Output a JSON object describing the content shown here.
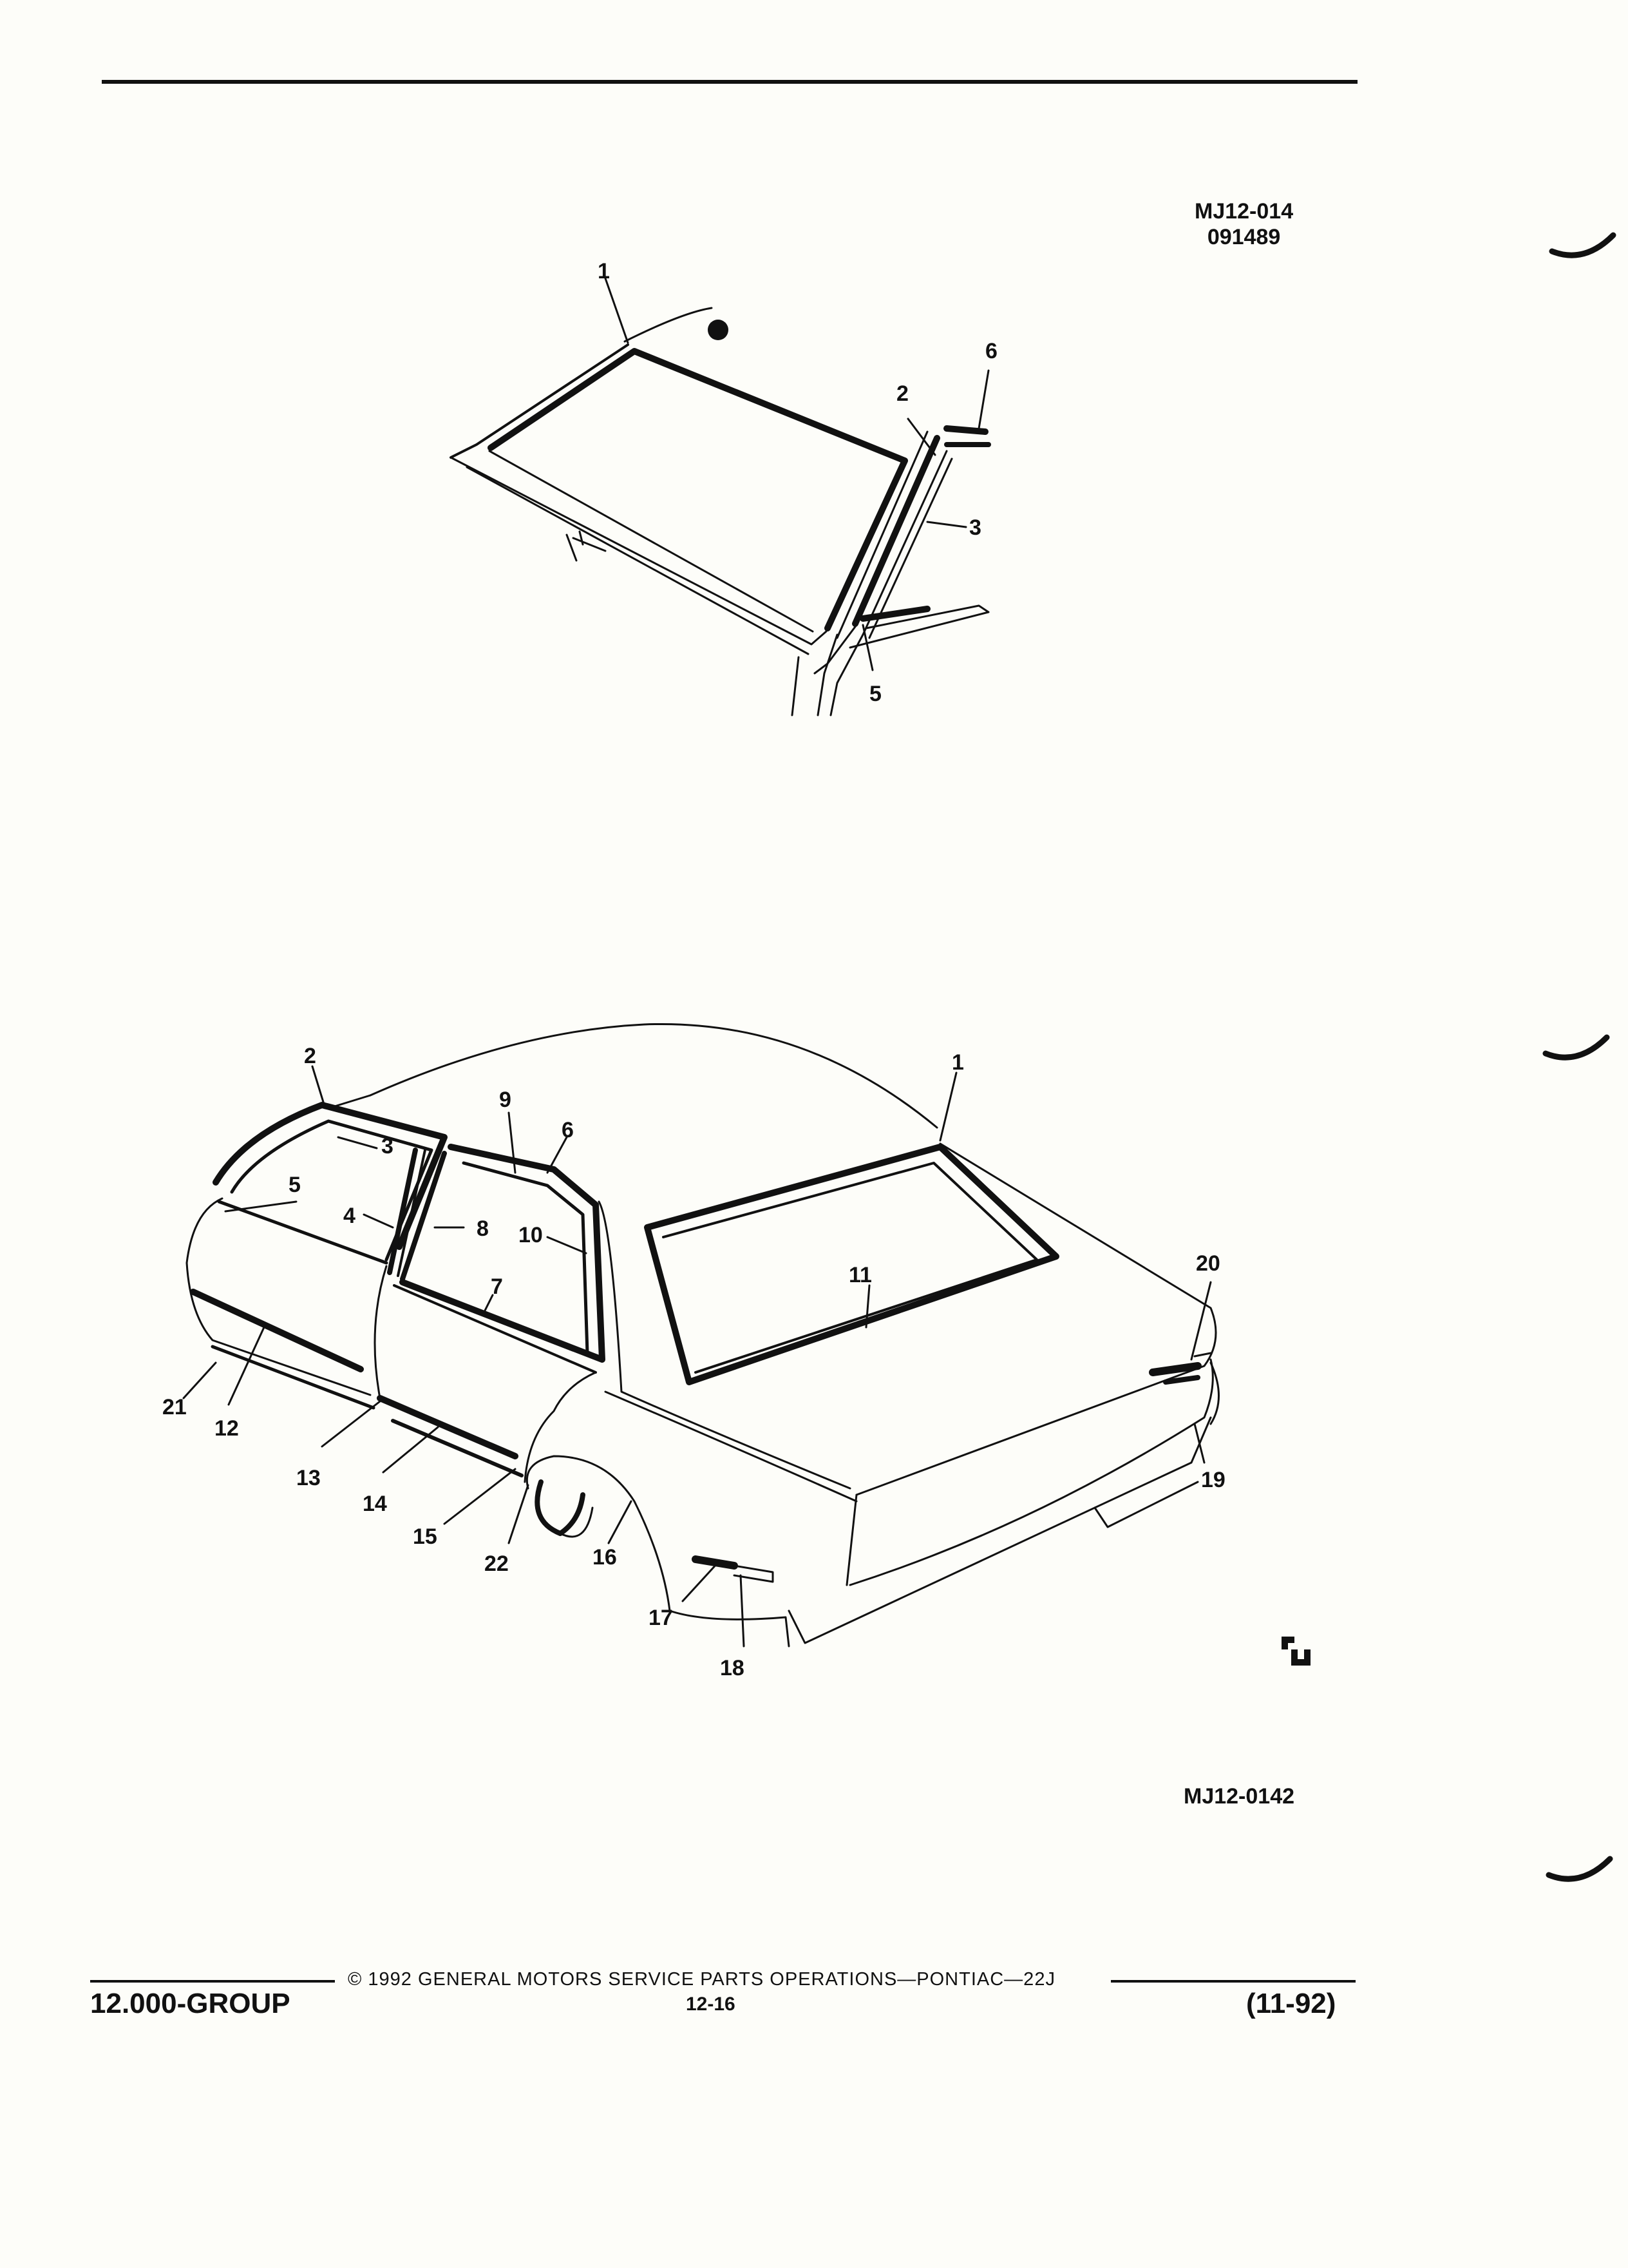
{
  "page": {
    "footer": {
      "group": "12.000-GROUP",
      "copyright": "© 1992 GENERAL MOTORS SERVICE PARTS OPERATIONS—PONTIAC—22J",
      "page_number": "12-16",
      "date": "(11-92)"
    }
  },
  "figure_1": {
    "ref_line1": "MJ12-014",
    "ref_line2": "091489",
    "callouts": [
      "1",
      "2",
      "3",
      "5",
      "6"
    ]
  },
  "figure_2": {
    "ref": "MJ12-0142",
    "callouts": [
      "1",
      "2",
      "3",
      "4",
      "5",
      "6",
      "7",
      "8",
      "9",
      "10",
      "11",
      "12",
      "13",
      "14",
      "15",
      "16",
      "17",
      "18",
      "19",
      "20",
      "21",
      "22"
    ]
  }
}
